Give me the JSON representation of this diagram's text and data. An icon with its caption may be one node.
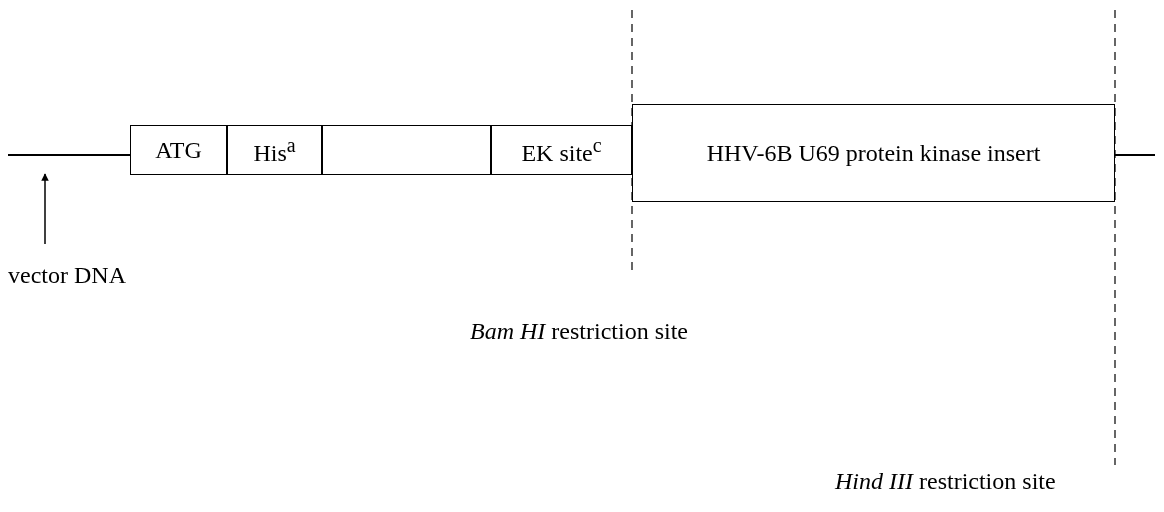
{
  "diagram": {
    "nodes": [
      {
        "text": [],
        "shape": "line"
      },
      {
        "text": [
          "ATG"
        ]
      },
      {
        "text": [
          "His$^{a}$"
        ]
      },
      {
        "text": [],
        "shape": "box"
      },
      {
        "text": [
          "EK site$^{c}$"
        ]
      },
      {
        "text": [
          "HHV-6B U69 protein kinase insert"
        ]
      },
      {
        "text": [],
        "shape": "line"
      },
      {
        "text": [
          "vector DNA"
        ]
      }
    ],
    "edges": [
      {
        "from": 7,
        "to": 0,
        "arrow": "to"
      }
    ],
    "labels": [
      "*Bam HI* restriction site",
      "*Hind III* restriction site"
    ]
  }
}
